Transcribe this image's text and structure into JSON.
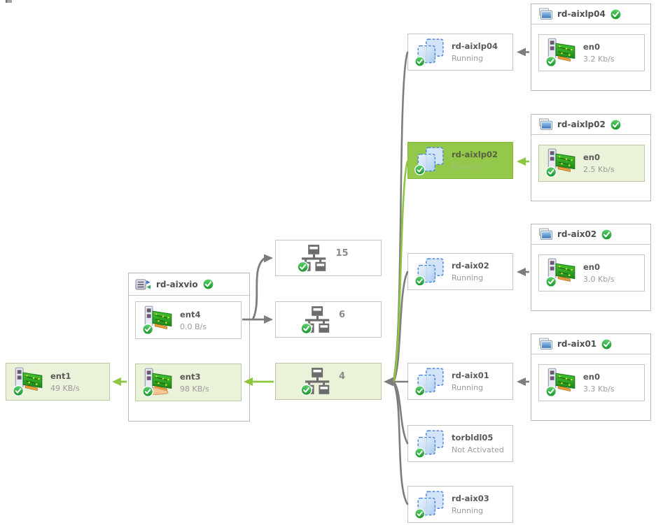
{
  "colors": {
    "highlight_green": "#94c84a",
    "highlight_green_border": "#7fb63a",
    "selected_path_bg": "#eaf2da",
    "selected_path_border": "#bac8a4",
    "box_border": "#c6c6c6",
    "arrow_gray": "#7d7d7d",
    "arrow_green": "#8dc63f",
    "label_text": "#595959",
    "muted_text": "#9b9b9b"
  },
  "icons": {
    "check": "status-ok-check-badge",
    "adapter": "ethernet-adapter-card",
    "shared_adapter": "shared-ethernet-adapter-card-in-hand",
    "lpar": "logical-partition-dashed-squares",
    "vlan": "virtual-network-switch-tree",
    "vio": "vio-server-rack-with-arrows",
    "host": "partition-host-monitor"
  },
  "left_adapter": {
    "label": "ent1",
    "rate": "49 KB/s"
  },
  "vio_server": {
    "title": "rd-aixvio",
    "adapters": [
      {
        "label": "ent4",
        "rate": "0.0 B/s"
      },
      {
        "label": "ent3",
        "rate": "98 KB/s"
      }
    ]
  },
  "vlans": [
    {
      "label": "15"
    },
    {
      "label": "6"
    },
    {
      "label": "4"
    }
  ],
  "lpars": [
    {
      "label": "rd-aixlp04",
      "status": "Running"
    },
    {
      "label": "rd-aixlp02",
      "status": "Running"
    },
    {
      "label": "rd-aix02",
      "status": "Running"
    },
    {
      "label": "rd-aix01",
      "status": "Running"
    },
    {
      "label": "torbldl05",
      "status": "Not Activated"
    },
    {
      "label": "rd-aix03",
      "status": "Running"
    }
  ],
  "hosts": [
    {
      "title": "rd-aixlp04",
      "adapter": {
        "label": "en0",
        "rate": "3.2 Kb/s"
      }
    },
    {
      "title": "rd-aixlp02",
      "adapter": {
        "label": "en0",
        "rate": "2.5 Kb/s"
      }
    },
    {
      "title": "rd-aix02",
      "adapter": {
        "label": "en0",
        "rate": "3.0 Kb/s"
      }
    },
    {
      "title": "rd-aix01",
      "adapter": {
        "label": "en0",
        "rate": "3.3 Kb/s"
      }
    }
  ]
}
